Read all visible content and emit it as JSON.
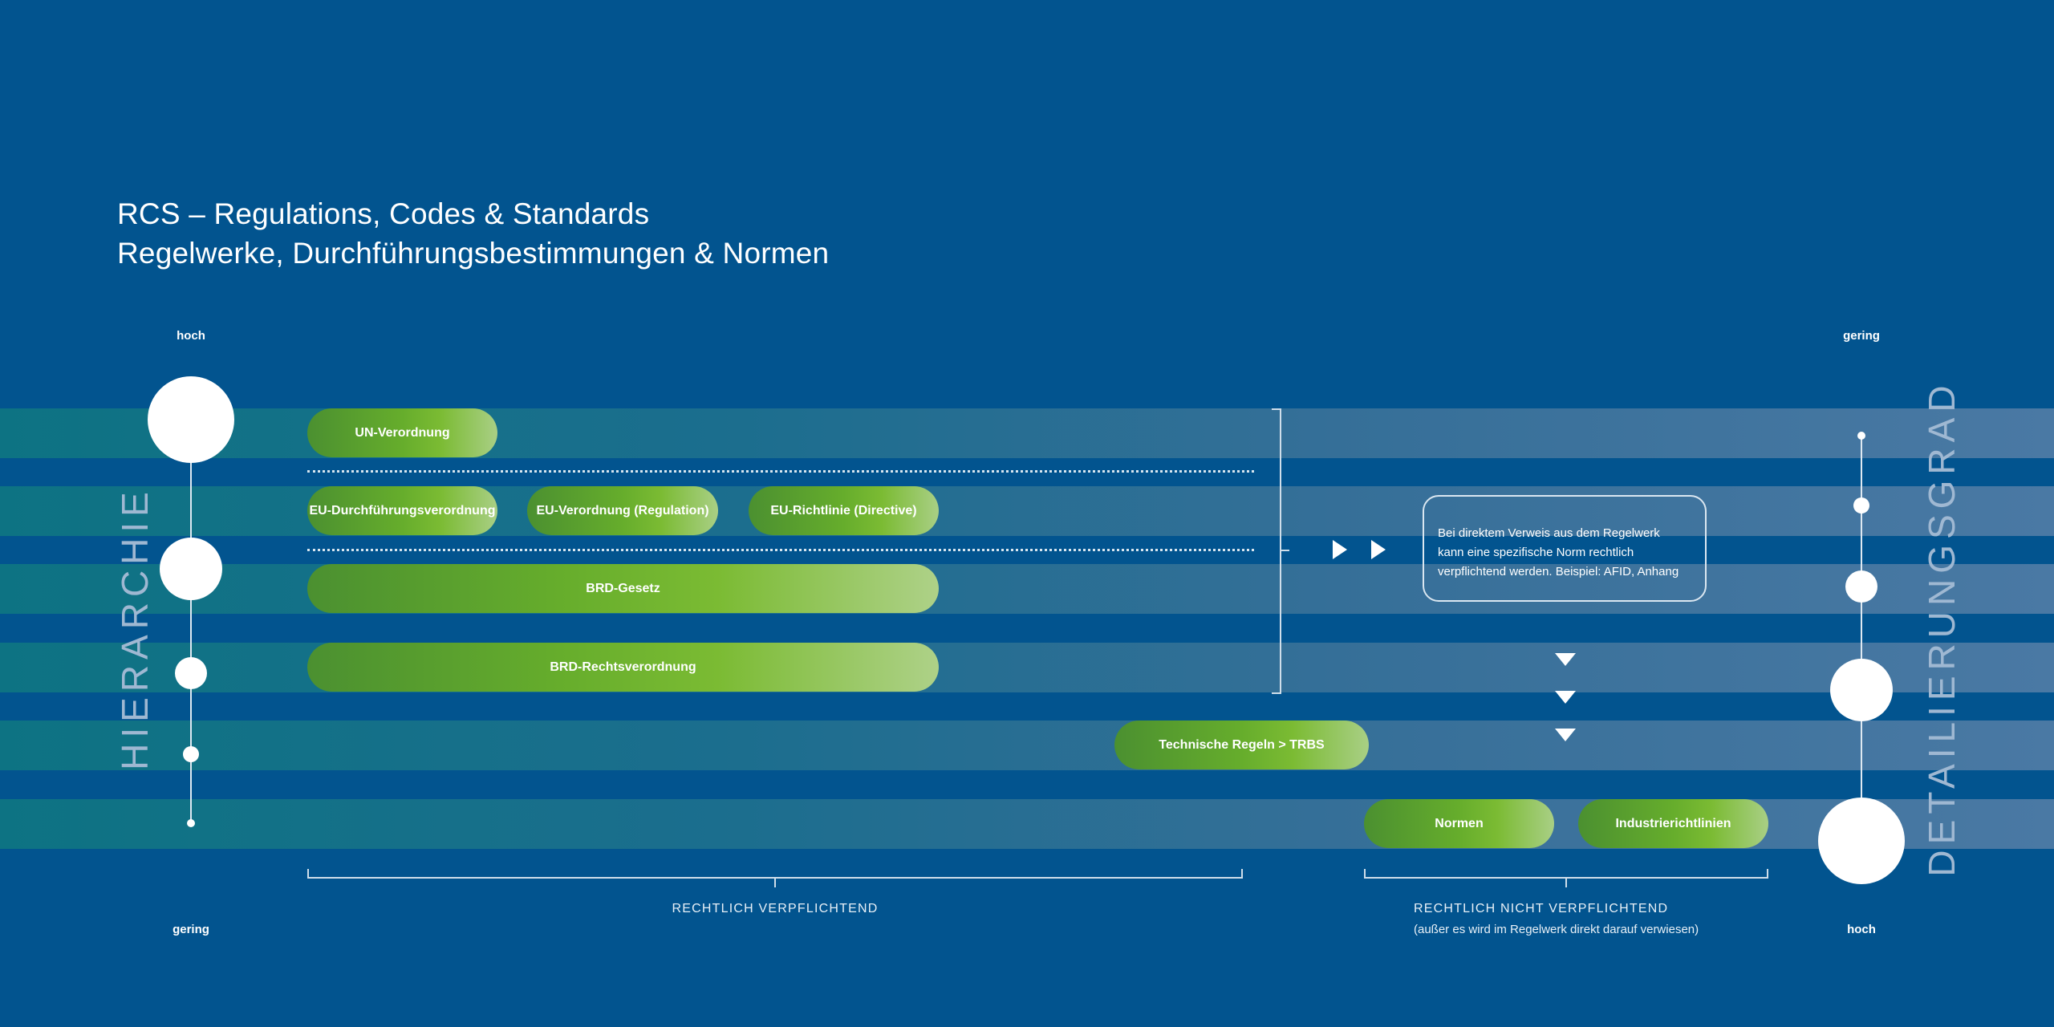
{
  "title_line1": "RCS – Regulations, Codes & Standards",
  "title_line2": "Regelwerke, Durchführungsbestimmungen & Normen",
  "left_axis": {
    "label": "HIERARCHIE",
    "top": "hoch",
    "bottom": "gering"
  },
  "right_axis": {
    "label": "DETAILIERUNGSGRAD",
    "top": "gering",
    "bottom": "hoch"
  },
  "pills": {
    "un_verordnung": "UN-Verordnung",
    "eu_durchfuehrungsverordnung": "EU-Durchführungsverordnung",
    "eu_verordnung": "EU-Verordnung (Regulation)",
    "eu_richtlinie": "EU-Richtlinie (Directive)",
    "brd_gesetz": "BRD-Gesetz",
    "brd_rechtsverordnung": "BRD-Rechtsverordnung",
    "technische_regeln": "Technische Regeln > TRBS",
    "normen": "Normen",
    "industrierichtlinien": "Industrierichtlinien"
  },
  "info_box": {
    "line1": "Bei direktem Verweis aus dem Regelwerk",
    "line2": "kann eine spezifische Norm rechtlich",
    "line3": "verpflichtend werden. Beispiel: AFID, Anhang"
  },
  "legal": {
    "binding": "RECHTLICH VERPFLICHTEND",
    "non_binding": "RECHTLICH NICHT VERPFLICHTEND",
    "non_binding_note": "(außer es wird im Regelwerk direkt darauf verwiesen)"
  },
  "colors": {
    "background": "#02548f",
    "band_start": "#0d7383",
    "band_end": "#4a79a4",
    "pill_green": "#66ad2c",
    "pill_light": "#a9cf85"
  }
}
